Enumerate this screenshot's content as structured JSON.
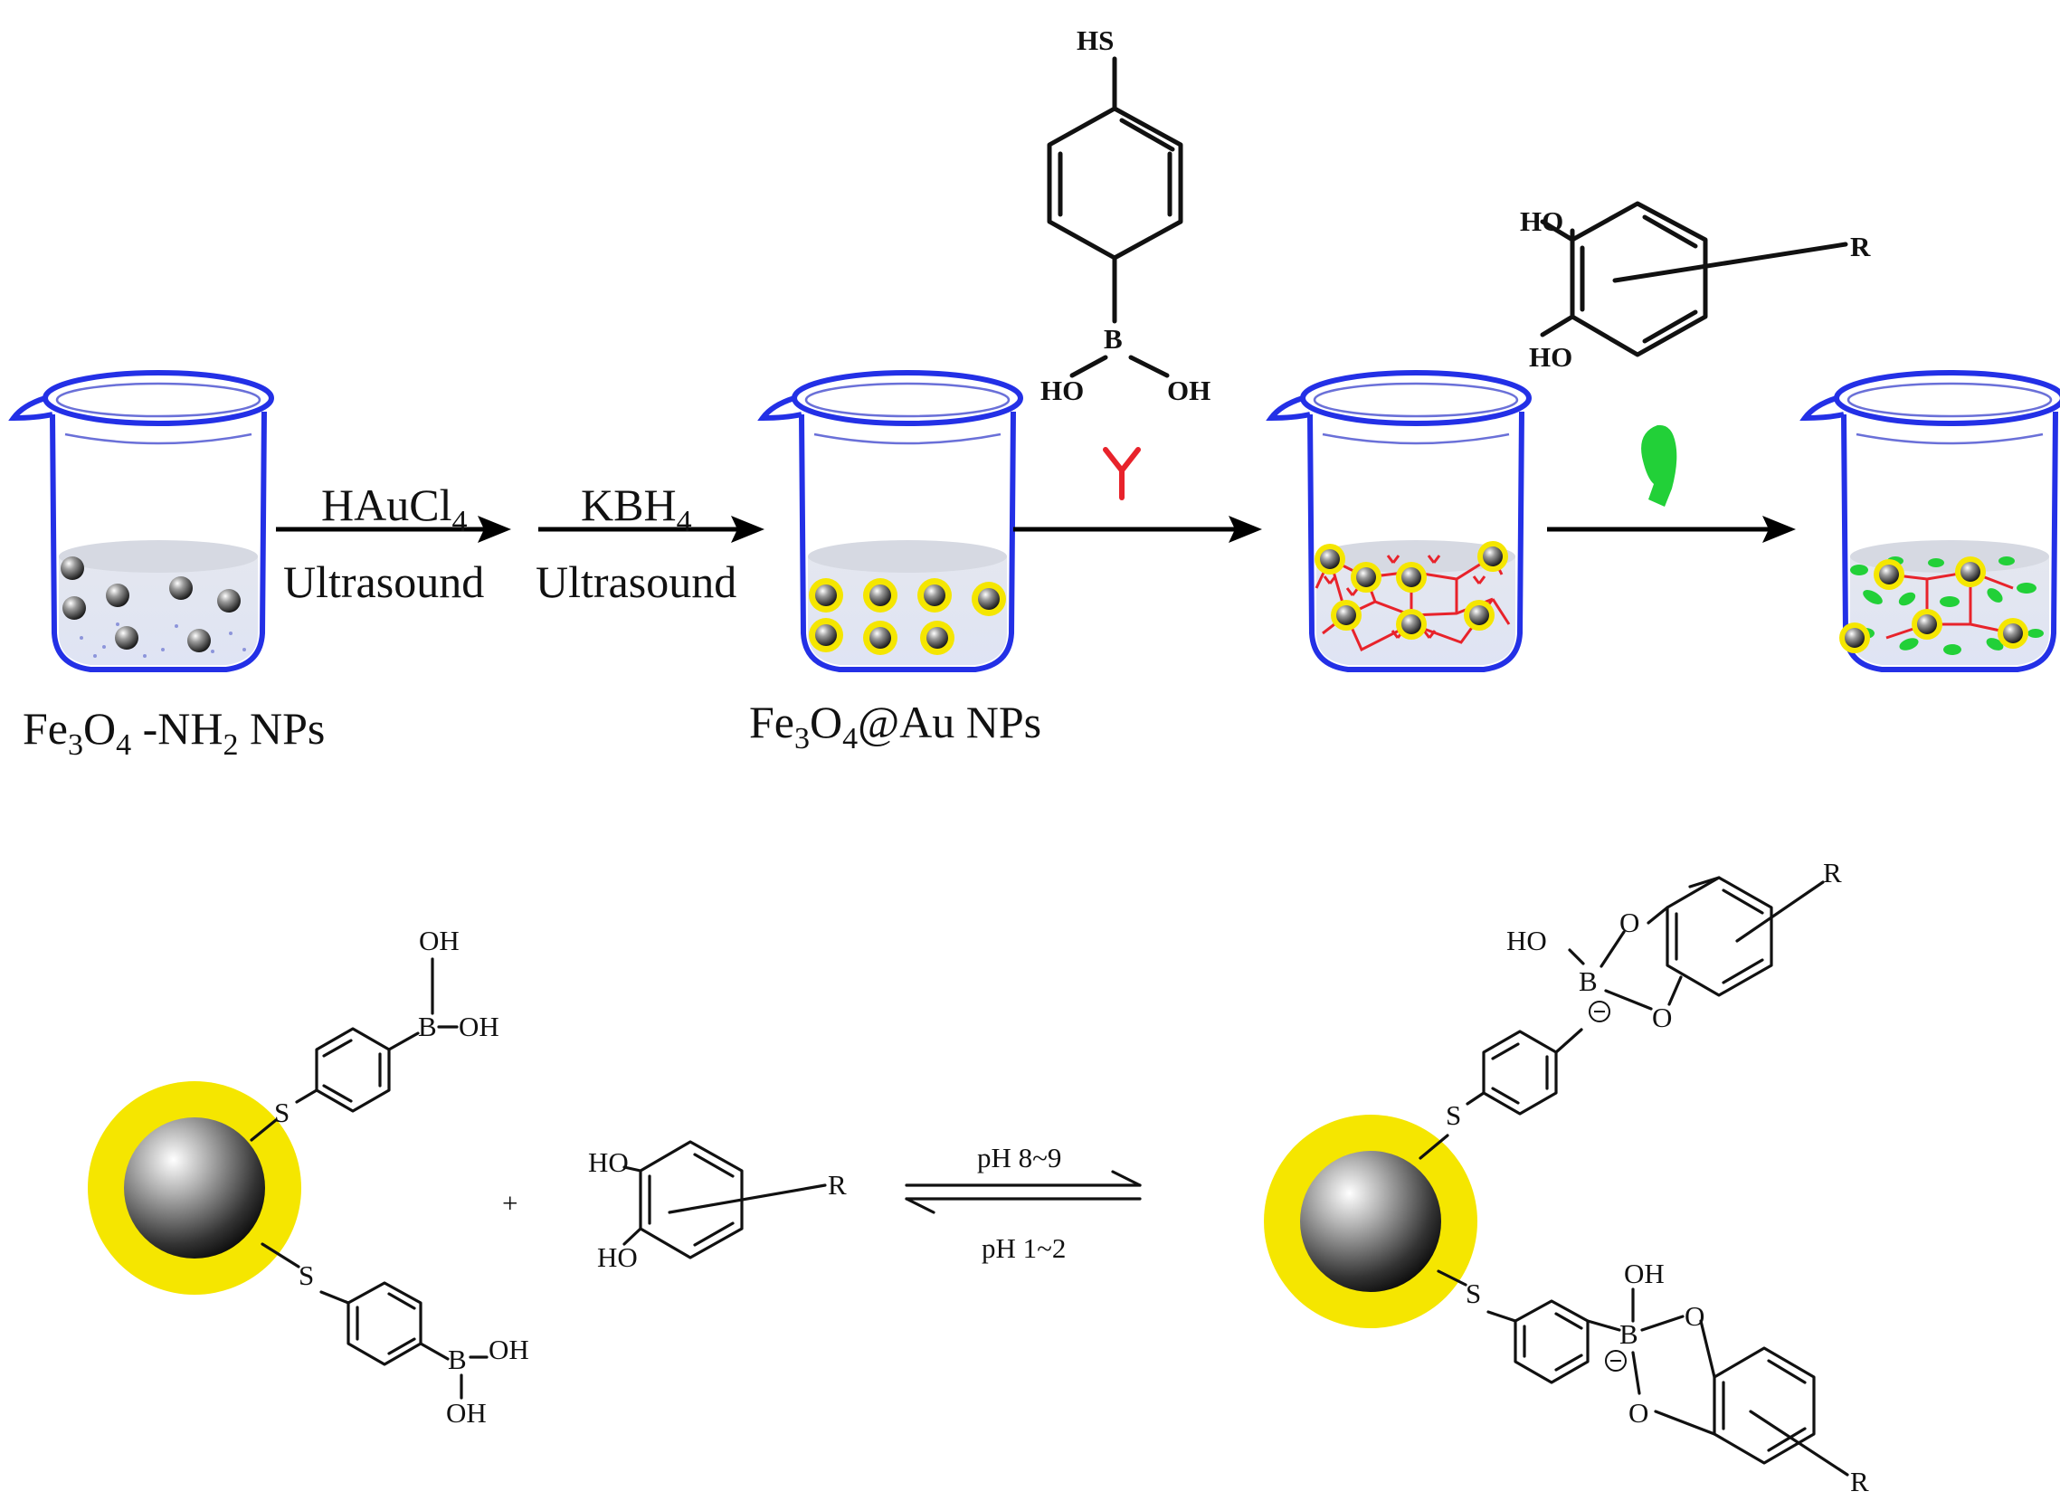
{
  "labels": {
    "beaker1": "Fe3O4 -NH2 NPs",
    "beaker2": "Fe3O4@Au NPs"
  },
  "steps": {
    "step1_reagent": "HAuCl4",
    "step1_condition": "Ultrasound",
    "step2_reagent": "KBH4",
    "step2_condition": "Ultrasound"
  },
  "molecules": {
    "thiol_top": "HS",
    "boron": "B",
    "hydroxyl": "HO",
    "hydroxyl_right": "OH",
    "substituent": "R",
    "sulfur": "S",
    "oxygen": "O",
    "plus": "+"
  },
  "equilibrium": {
    "forward": "pH 8~9",
    "reverse": "pH 1~2"
  },
  "colors": {
    "beaker": "#2330e6",
    "gold_shell": "#f5e600",
    "ligand": "#e8232b",
    "catechol": "#22d038",
    "liquid": "#dfe3ee"
  }
}
